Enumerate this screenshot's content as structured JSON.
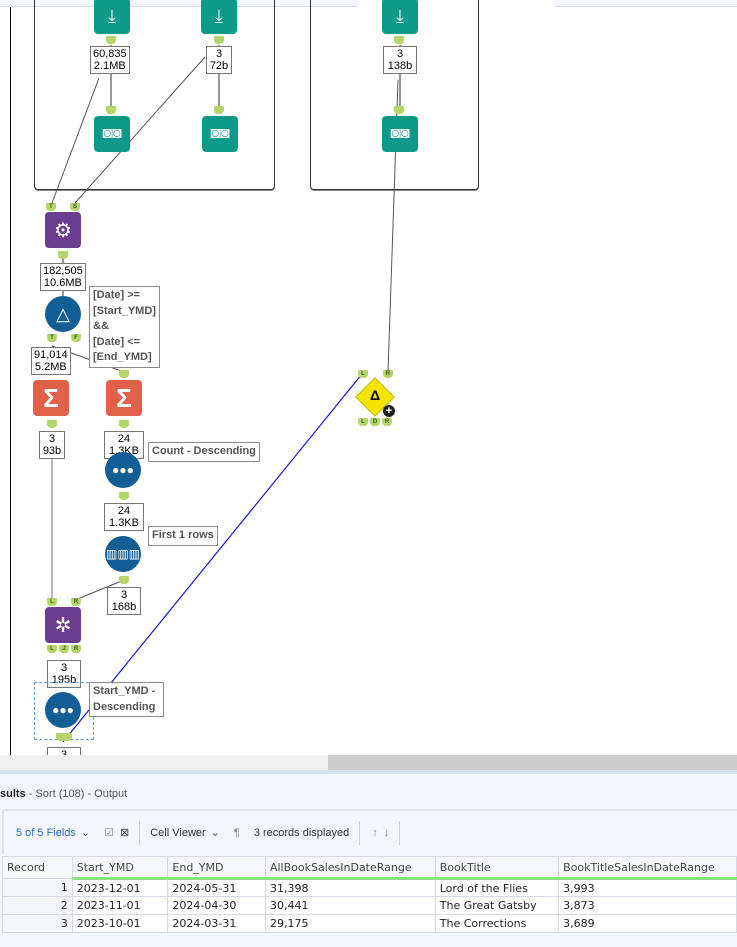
{
  "canvas": {
    "tools": {
      "input_1": {
        "icon": "input-data-icon",
        "records": "60,835",
        "size": "2.1MB"
      },
      "input_2": {
        "icon": "text-input-icon",
        "records": "3",
        "size": "72b"
      },
      "input_3": {
        "icon": "text-input-icon",
        "records": "3",
        "size": "138b"
      },
      "browse_1": {
        "icon": "browse-icon"
      },
      "browse_2": {
        "icon": "browse-icon"
      },
      "browse_3": {
        "icon": "browse-icon"
      },
      "generate": {
        "icon": "append-fields-icon",
        "anchors": [
          "T",
          "S"
        ],
        "records": "182,505",
        "size": "10.6MB"
      },
      "filter": {
        "icon": "filter-icon",
        "anchors": [
          "T",
          "F"
        ],
        "records": "91,014",
        "size": "5.2MB",
        "annotation": [
          "[Date] >=",
          "[Start_YMD]",
          "&&",
          "[Date] <=",
          "[End_YMD]"
        ]
      },
      "summarize_1": {
        "icon": "summarize-icon",
        "records": "3",
        "size": "93b"
      },
      "summarize_2": {
        "icon": "summarize-icon",
        "records": "24",
        "size": "1.3KB"
      },
      "sort_1": {
        "icon": "sort-icon",
        "records": "24",
        "size": "1.3KB",
        "annotation": "Count - Descending"
      },
      "sample": {
        "icon": "sample-icon",
        "records": "3",
        "size": "168b",
        "annotation": "First 1 rows"
      },
      "join": {
        "icon": "join-icon",
        "anchors_in": [
          "L",
          "R"
        ],
        "anchors_out": [
          "L",
          "J",
          "R"
        ],
        "records": "3",
        "size": "195b"
      },
      "sort_2": {
        "icon": "sort-icon",
        "records": "3",
        "annotation": "Start_YMD - Descending"
      },
      "compare": {
        "icon": "delta-compare-icon",
        "symbol": "Δ",
        "anchors_in": [
          "L",
          "R"
        ],
        "anchors_out": [
          "L",
          "D",
          "R"
        ]
      }
    }
  },
  "results": {
    "title_bold": "sults",
    "title_rest": " - Sort (108) - Output",
    "toolbar": {
      "fields_label": "5 of 5 Fields",
      "cell_viewer_label": "Cell Viewer",
      "records_displayed": "3 records displayed"
    },
    "columns": [
      "Record",
      "Start_YMD",
      "End_YMD",
      "AllBookSalesInDateRange",
      "BookTitle",
      "BookTitleSalesInDateRange"
    ],
    "rows": [
      [
        "1",
        "2023-12-01",
        "2024-05-31",
        "31,398",
        "Lord of the Flies",
        "3,993"
      ],
      [
        "2",
        "2023-11-01",
        "2024-04-30",
        "30,441",
        "The Great Gatsby",
        "3,873"
      ],
      [
        "3",
        "2023-10-01",
        "2024-03-31",
        "29,175",
        "The Corrections",
        "3,689"
      ]
    ]
  }
}
